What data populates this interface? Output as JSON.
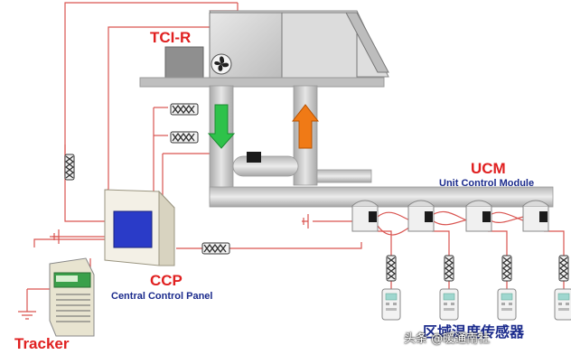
{
  "labels": {
    "tcir": "TCI-R",
    "ucm": "UCM",
    "ucm_sub": "Unit Control Module",
    "ccp": "CCP",
    "ccp_sub": "Central Control Panel",
    "tracker": "Tracker",
    "zone_caption": "区域温度传感器",
    "watermark": "头条 @暖通南社"
  },
  "colors": {
    "wire": "#d9534f",
    "duct": "#c9c9c9",
    "supply_arrow": "#2ec24a",
    "return_arrow": "#f07a16",
    "label_red": "#e02020",
    "label_blue": "#1a2a8c",
    "screen": "#2a3bc8"
  }
}
